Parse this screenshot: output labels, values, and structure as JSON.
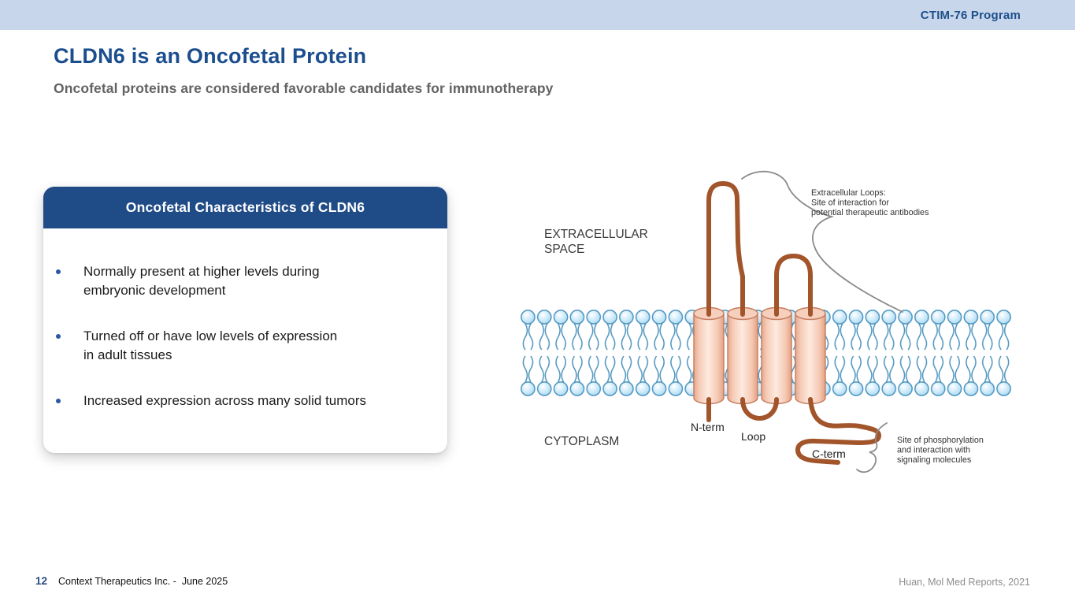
{
  "topbar": {
    "program_label": "CTIM-76 Program"
  },
  "header": {
    "title": "CLDN6 is an Oncofetal Protein",
    "subtitle": "Oncofetal proteins are considered favorable candidates for immunotherapy"
  },
  "card": {
    "header_label": "Oncofetal Characteristics of CLDN6",
    "bullets": [
      {
        "lines": [
          "Normally present at higher levels during",
          "embryonic development"
        ]
      },
      {
        "lines": [
          "Turned off or have low levels of expression",
          "in adult tissues"
        ]
      },
      {
        "lines": [
          "Increased expression across many solid tumors"
        ]
      }
    ]
  },
  "diagram": {
    "region_labels": {
      "extracellular_line1": "EXTRACELLULAR",
      "extracellular_line2": "SPACE",
      "cytoplasm": "CYTOPLASM"
    },
    "part_labels": {
      "n_term": "N-term",
      "loop": "Loop",
      "c_term": "C-term"
    },
    "annotations": {
      "extracellular_loops_lines": [
        "Extracellular Loops:",
        "Site of interaction for",
        "potential therapeutic antibodies"
      ],
      "phosphorylation_lines": [
        "Site of phosphorylation",
        "and interaction with",
        "signaling molecules"
      ]
    }
  },
  "footer": {
    "page_number": "12",
    "company": "Context Therapeutics Inc. -  June 2025",
    "citation": "Huan, Mol Med Reports, 2021"
  },
  "colors": {
    "topbar_bg": "#c8d6ec",
    "brand_blue": "#1b4e8e",
    "card_header_bg": "#1f4b87",
    "bullet_dot": "#2b57a5",
    "protein_chain_brown": "#a2552b",
    "helix_fill_pink": "#f9d9c9",
    "lipid_head_blue": "#aedbf2",
    "citation_gray": "#8c8c8c"
  }
}
